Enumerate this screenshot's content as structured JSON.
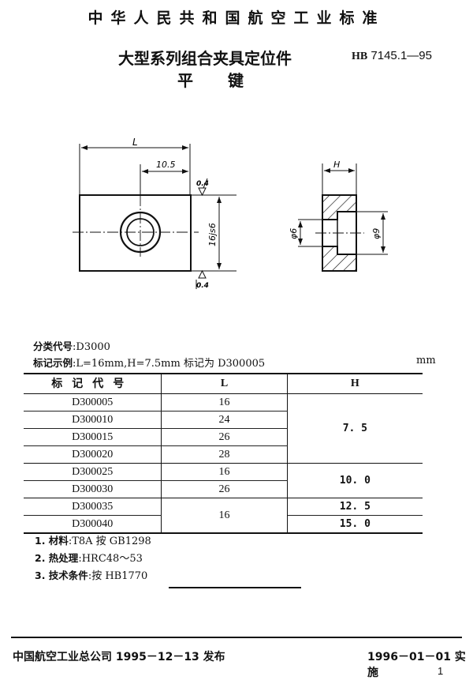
{
  "header": {
    "organization": "中华人民共和国航空工业标准",
    "title": "大型系列组合夹具定位件",
    "subtitle_parts": [
      "平",
      "键"
    ],
    "standard_prefix": "HB",
    "standard_number": "7145.1—95"
  },
  "drawing": {
    "front_view": {
      "dim_length": "L",
      "dim_hole_offset": "10.5",
      "dim_width": "16js6",
      "roughness_top": "0.4",
      "roughness_bottom": "0.4"
    },
    "side_view": {
      "dim_height": "H",
      "dim_small_bore": "φ6",
      "dim_counterbore": "φ9"
    }
  },
  "meta": {
    "classification_label": "分类代号",
    "classification_value": "D3000",
    "marking_label": "标记示例",
    "marking_value": "L=16mm,H=7.5mm 标记为 D300005",
    "unit": "mm"
  },
  "table": {
    "headers": [
      "标记代号",
      "L",
      "H"
    ],
    "rows": [
      {
        "code": "D300005",
        "L": "16",
        "H": "7.5"
      },
      {
        "code": "D300010",
        "L": "24",
        "H": "7.5"
      },
      {
        "code": "D300015",
        "L": "26",
        "H": "7.5"
      },
      {
        "code": "D300020",
        "L": "28",
        "H": "7.5"
      },
      {
        "code": "D300025",
        "L": "16",
        "H": "10.0"
      },
      {
        "code": "D300030",
        "L": "26",
        "H": "10.0"
      },
      {
        "code": "D300035",
        "L": "16",
        "H": "12.5"
      },
      {
        "code": "D300040",
        "L": "16",
        "H": "15.0"
      }
    ],
    "merged_display": {
      "H_group_1": "7. 5",
      "H_group_2": "10. 0",
      "H_row_7": "12. 5",
      "H_row_8": "15. 0",
      "L_rows_7_8": "16"
    }
  },
  "notes": [
    {
      "label": "1. 材料",
      "value": "T8A 按 GB1298"
    },
    {
      "label": "2. 热处理",
      "value": "HRC48～53"
    },
    {
      "label": "3. 技术条件",
      "value": "按 HB1770"
    }
  ],
  "footer": {
    "issuer": "中国航空工业总公司 1995－12－13 发布",
    "effective": "1996－01－01 实施",
    "page": "1"
  }
}
